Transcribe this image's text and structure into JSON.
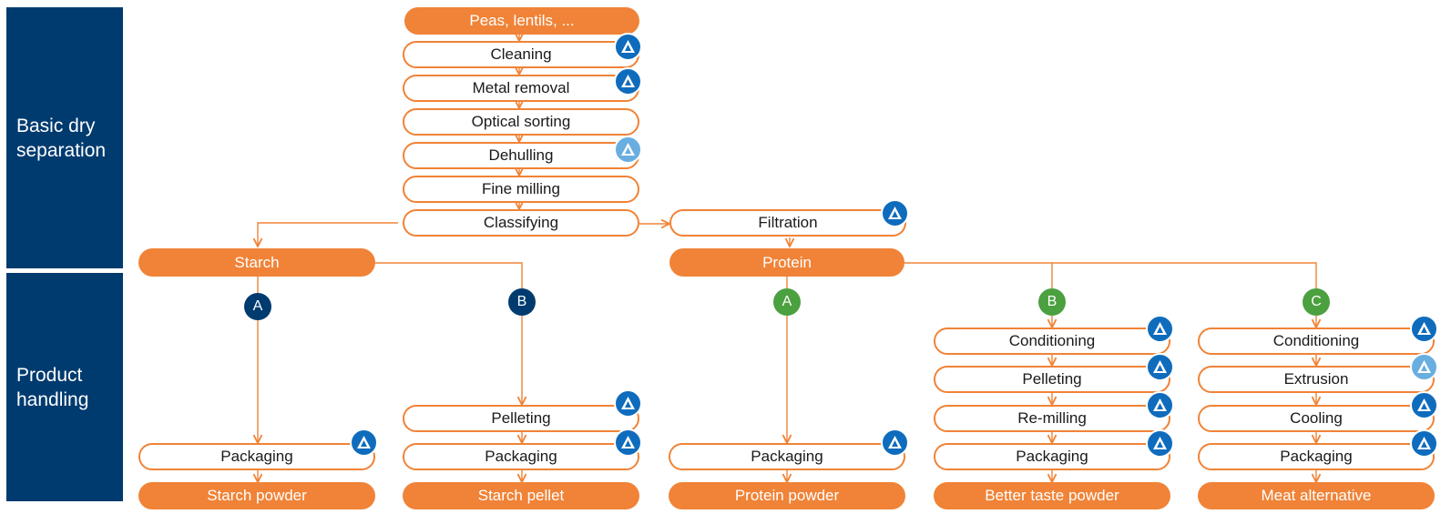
{
  "sections": {
    "basic": "Basic dry\nseparation",
    "product": "Product\nhandling"
  },
  "main": {
    "input": "Peas, lentils, ...",
    "cleaning": "Cleaning",
    "metal": "Metal removal",
    "optical": "Optical sorting",
    "dehulling": "Dehulling",
    "fine": "Fine milling",
    "classifying": "Classifying",
    "filtration": "Filtration"
  },
  "starch": {
    "label": "Starch",
    "a_marker": "A",
    "b_marker": "B",
    "a_packaging": "Packaging",
    "a_output": "Starch powder",
    "b_pelleting": "Pelleting",
    "b_packaging": "Packaging",
    "b_output": "Starch pellet"
  },
  "protein": {
    "label": "Protein",
    "a_marker": "A",
    "b_marker": "B",
    "c_marker": "C",
    "a_packaging": "Packaging",
    "a_output": "Protein powder",
    "b_steps": [
      "Conditioning",
      "Pelleting",
      "Re-milling",
      "Packaging"
    ],
    "b_output": "Better taste powder",
    "c_steps": [
      "Conditioning",
      "Extrusion",
      "Cooling",
      "Packaging"
    ],
    "c_output": "Meat alternative"
  },
  "colors": {
    "orange": "#f08337",
    "navy": "#003b6f",
    "green": "#4ba03f",
    "badge_dark": "#0f6cbd",
    "badge_light": "#69aee0"
  },
  "icons": {
    "badge": "a-logo-icon"
  }
}
